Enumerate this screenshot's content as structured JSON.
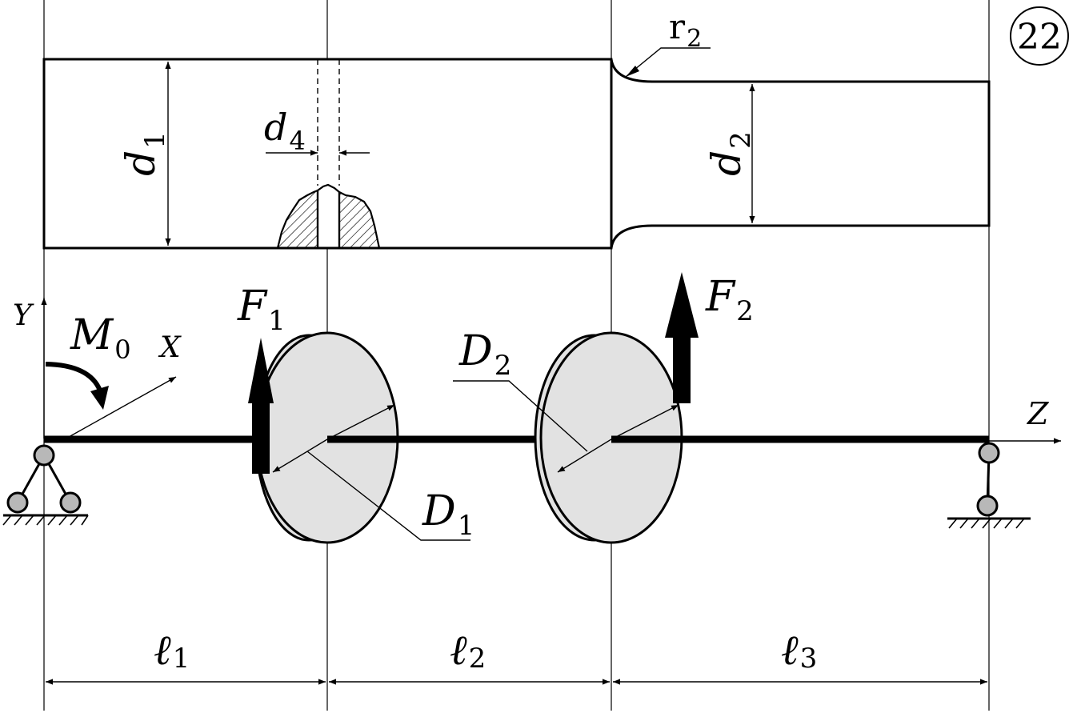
{
  "figure": {
    "number": "22",
    "colors": {
      "line": "#000000",
      "disc_fill": "#e2e2e2",
      "pin_fill": "#b8b8b8"
    }
  },
  "dims": {
    "d1": {
      "sym": "d",
      "sub": "1"
    },
    "d2": {
      "sym": "d",
      "sub": "2"
    },
    "d4": {
      "sym": "d",
      "sub": "4"
    },
    "r2": {
      "sym": "r",
      "sub": "2"
    }
  },
  "scheme": {
    "axis_y": "Y",
    "axis_x": "X",
    "axis_z": "Z",
    "moment": {
      "sym": "M",
      "sub": "0"
    },
    "force1": {
      "sym": "F",
      "sub": "1"
    },
    "force2": {
      "sym": "F",
      "sub": "2"
    },
    "disc1": {
      "sym": "D",
      "sub": "1"
    },
    "disc2": {
      "sym": "D",
      "sub": "2"
    }
  },
  "spans": [
    {
      "sym": "ℓ",
      "sub": "1"
    },
    {
      "sym": "ℓ",
      "sub": "2"
    },
    {
      "sym": "ℓ",
      "sub": "3"
    }
  ]
}
